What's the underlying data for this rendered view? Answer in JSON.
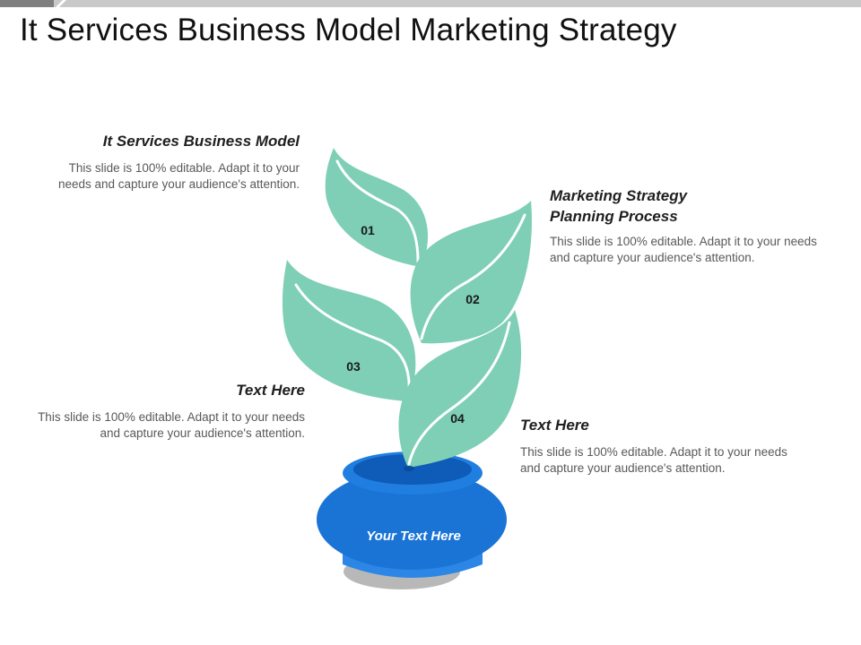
{
  "slide": {
    "title": "It Services Business Model Marketing Strategy"
  },
  "colors": {
    "leaf": "#7ecfb5",
    "leaf_vein": "#ffffff",
    "pot_body": "#1a74d6",
    "pot_rim": "#1f7ee0",
    "pot_inner": "#0e5bb8",
    "pot_base": "#2b86e6",
    "pot_shadow": "#b8b8b8",
    "top_bar": "#c9c9c9"
  },
  "diagram": {
    "leaves": [
      {
        "number": "01"
      },
      {
        "number": "02"
      },
      {
        "number": "03"
      },
      {
        "number": "04"
      }
    ],
    "pot_label": "Your Text Here"
  },
  "blocks": [
    {
      "heading": "It Services Business Model",
      "body": "This slide is 100% editable. Adapt it to your needs and capture your audience's attention."
    },
    {
      "heading": "Marketing Strategy Planning Process",
      "body": "This slide is 100% editable. Adapt it to your needs and capture your audience's attention."
    },
    {
      "heading": "Text Here",
      "body": "This slide is 100% editable. Adapt it to your needs and capture your audience's attention."
    },
    {
      "heading": "Text Here",
      "body": "This slide is 100% editable. Adapt it to your needs and capture your audience's attention."
    }
  ]
}
